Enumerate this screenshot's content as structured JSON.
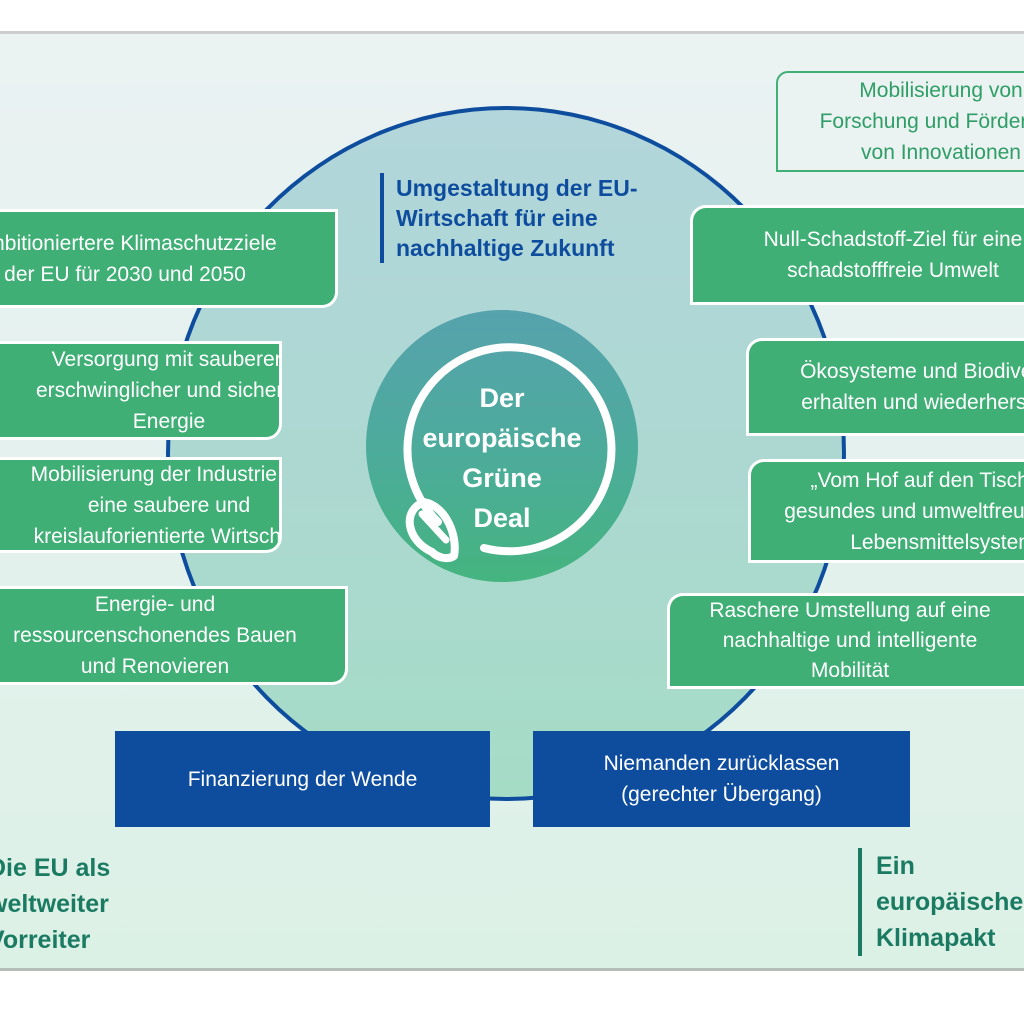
{
  "diagram": {
    "center": {
      "lines": [
        "Der",
        "europäische",
        "Grüne",
        "Deal"
      ],
      "icon": "leaf-icon"
    },
    "main_heading": {
      "lines": [
        "Umgestaltung der EU-",
        "Wirtschaft für eine",
        "nachhaltige Zukunft"
      ]
    },
    "left_items": [
      {
        "lines": [
          "Ambitioniertere Klimaschutzziele",
          "der EU für 2030 und 2050"
        ]
      },
      {
        "lines": [
          "Versorgung mit sauberer,",
          "erschwinglicher und sicherer",
          "Energie"
        ]
      },
      {
        "lines": [
          "Mobilisierung der Industrie für",
          "eine saubere und",
          "kreislauforientierte Wirtschaft"
        ]
      },
      {
        "lines": [
          "Energie- und",
          "ressourcenschonendes Bauen",
          "und Renovieren"
        ]
      }
    ],
    "right_items": [
      {
        "lines": [
          "Null-Schadstoff-Ziel für eine",
          "schadstofffreie Umwelt"
        ]
      },
      {
        "lines": [
          "Ökosysteme und Biodiversität",
          "erhalten und wiederherstellen"
        ]
      },
      {
        "lines": [
          "„Vom Hof auf den Tisch“: ein",
          "gesundes und umweltfreundliches",
          "Lebensmittelsystem"
        ]
      },
      {
        "lines": [
          "Raschere Umstellung auf eine",
          "nachhaltige und intelligente",
          "Mobilität"
        ]
      }
    ],
    "outline_item": {
      "lines": [
        "Mobilisierung von",
        "Forschung und Förderung",
        "von Innovationen"
      ]
    },
    "bottom_items": [
      {
        "lines": [
          "Finanzierung der Wende"
        ]
      },
      {
        "lines": [
          "Niemanden zurücklassen",
          "(gerechter Übergang)"
        ]
      }
    ],
    "footer_left": {
      "lines": [
        "Die EU als",
        "weltweiter",
        "Vorreiter"
      ]
    },
    "footer_right": {
      "lines": [
        "Ein",
        "europäischer",
        "Klimapakt"
      ]
    }
  },
  "colors": {
    "green_box": "#3faf76",
    "blue_box": "#0e4d9e",
    "teal_heading": "#1a7a62",
    "circle_outline": "#0e4d9e"
  }
}
